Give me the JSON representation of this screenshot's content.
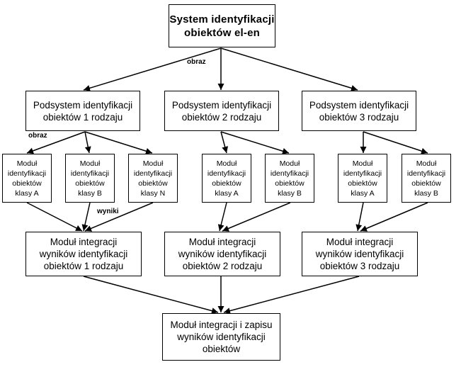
{
  "nodes": {
    "root": "System identyfikacji\nobiektów el-en",
    "sub1": "Podsystem identyfikacji\nobiektów 1 rodzaju",
    "sub2": "Podsystem identyfikacji\nobiektów 2 rodzaju",
    "sub3": "Podsystem identyfikacji\nobiektów 3 rodzaju",
    "m1a": "Moduł\nidentyfikacji\nobiektów\nklasy A",
    "m1b": "Moduł\nidentyfikacji\nobiektów\nklasy B",
    "m1n": "Moduł\nidentyfikacji\nobiektów\nklasy N",
    "m2a": "Moduł\nidentyfikacji\nobiektów\nklasy A",
    "m2b": "Moduł\nidentyfikacji\nobiektów\nklasy B",
    "m3a": "Moduł\nidentyfikacji\nobiektów\nklasy A",
    "m3b": "Moduł\nidentyfikacji\nobiektów\nklasy B",
    "int1": "Moduł integracji\nwyników identyfikacji\nobiektów 1 rodzaju",
    "int2": "Moduł integracji\nwyników identyfikacji\nobiektów 2 rodzaju",
    "int3": "Moduł integracji\nwyników identyfikacji\nobiektów 3 rodzaju",
    "final": "Moduł integracji i zapisu\nwyników identyfikacji\nobiektów"
  },
  "labels": {
    "obraz_top": "obraz",
    "obraz_sub": "obraz",
    "wyniki": "wyniki"
  }
}
